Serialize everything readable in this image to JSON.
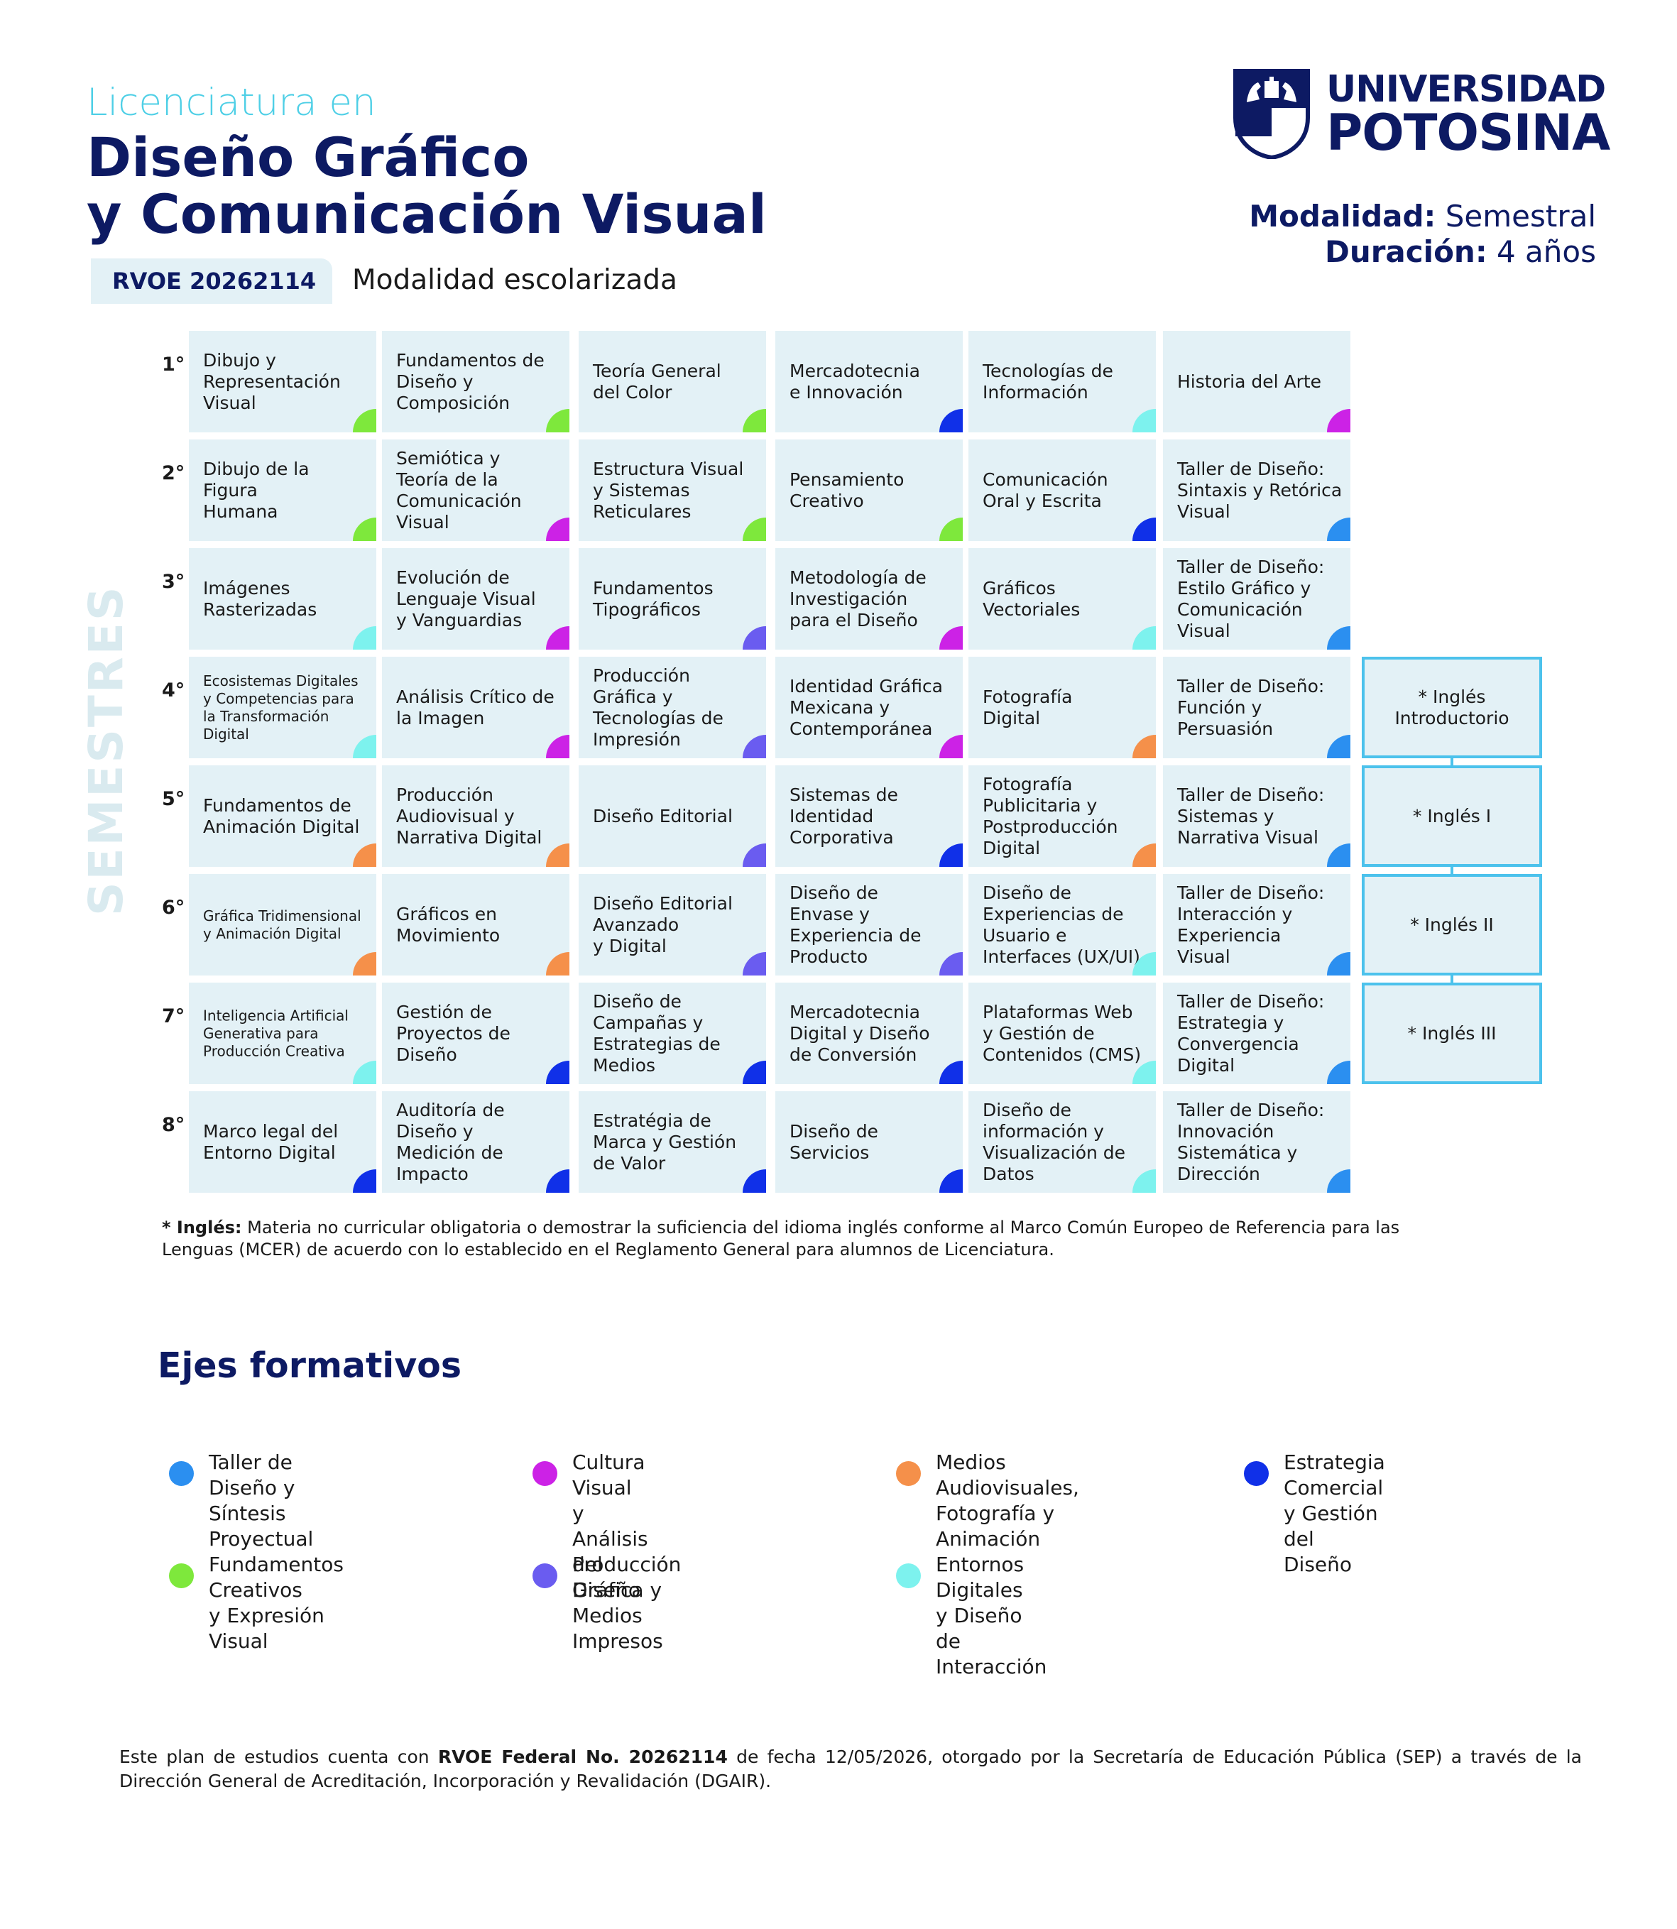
{
  "header": {
    "subtitle": "Licenciatura en",
    "title_line1": "Diseño Gráfico",
    "title_line2": "y Comunicación Visual",
    "rvoe": "RVOE 20262114",
    "modalidad_escolarizada": "Modalidad escolarizada",
    "modalidad_label": "Modalidad:",
    "modalidad_value": "Semestral",
    "duracion_label": "Duración:",
    "duracion_value": "4 años"
  },
  "logo": {
    "line1": "UNIVERSIDAD",
    "line2": "POTOSINA"
  },
  "semestres_label": "SEMESTRES",
  "axes": {
    "taller": {
      "label": "Taller de Diseño y Síntesis\nProyectual",
      "color": "#2b8ff0"
    },
    "cultura": {
      "label": "Cultura Visual y Análisis\ndel Diseño",
      "color": "#cc22e6"
    },
    "medios": {
      "label": "Medios Audiovisuales,\nFotografía y Animación",
      "color": "#f5904a"
    },
    "estrategia": {
      "label": "Estrategia Comercial\ny Gestión del Diseño",
      "color": "#1030e8"
    },
    "fundamentos": {
      "label": "Fundamentos Creativos\ny Expresión Visual",
      "color": "#7ee83c"
    },
    "produccion": {
      "label": "Producción Gráfica y Medios\nImpresos",
      "color": "#6a5cf0"
    },
    "entornos": {
      "label": "Entornos Digitales\ny Diseño de Interacción",
      "color": "#7df2ee"
    }
  },
  "semesters": [
    {
      "label": "1°",
      "courses": [
        {
          "name": "Dibujo y\nRepresentación\nVisual",
          "axis": "fundamentos"
        },
        {
          "name": "Fundamentos de\nDiseño y\nComposición",
          "axis": "fundamentos"
        },
        {
          "name": "Teoría General\ndel Color",
          "axis": "fundamentos"
        },
        {
          "name": "Mercadotecnia\ne Innovación",
          "axis": "estrategia"
        },
        {
          "name": "Tecnologías de\nInformación",
          "axis": "entornos"
        },
        {
          "name": "Historia del Arte",
          "axis": "cultura"
        }
      ]
    },
    {
      "label": "2°",
      "courses": [
        {
          "name": "Dibujo de la Figura\nHumana",
          "axis": "fundamentos"
        },
        {
          "name": "Semiótica y\nTeoría de la\nComunicación\nVisual",
          "axis": "cultura"
        },
        {
          "name": "Estructura Visual\ny Sistemas\nReticulares",
          "axis": "fundamentos"
        },
        {
          "name": "Pensamiento\nCreativo",
          "axis": "fundamentos"
        },
        {
          "name": "Comunicación\nOral y Escrita",
          "axis": "estrategia"
        },
        {
          "name": "Taller de Diseño:\nSintaxis y Retórica\nVisual",
          "axis": "taller"
        }
      ]
    },
    {
      "label": "3°",
      "courses": [
        {
          "name": "Imágenes\nRasterizadas",
          "axis": "entornos"
        },
        {
          "name": "Evolución de\nLenguaje Visual\ny Vanguardias",
          "axis": "cultura"
        },
        {
          "name": "Fundamentos\nTipográficos",
          "axis": "produccion"
        },
        {
          "name": "Metodología de\nInvestigación\npara el Diseño",
          "axis": "cultura"
        },
        {
          "name": "Gráficos\nVectoriales",
          "axis": "entornos"
        },
        {
          "name": "Taller de Diseño:\nEstilo Gráfico y\nComunicación\nVisual",
          "axis": "taller"
        }
      ]
    },
    {
      "label": "4°",
      "courses": [
        {
          "name": "Ecosistemas Digitales\ny Competencias para\nla Transformación\nDigital",
          "axis": "entornos",
          "small": true
        },
        {
          "name": "Análisis Crítico de\nla Imagen",
          "axis": "cultura"
        },
        {
          "name": "Producción\nGráfica y\nTecnologías de\nImpresión",
          "axis": "produccion"
        },
        {
          "name": "Identidad Gráfica\nMexicana y\nContemporánea",
          "axis": "cultura"
        },
        {
          "name": "Fotografía\nDigital",
          "axis": "medios"
        },
        {
          "name": "Taller de Diseño:\nFunción y\nPersuasión",
          "axis": "taller"
        }
      ]
    },
    {
      "label": "5°",
      "courses": [
        {
          "name": "Fundamentos de\nAnimación Digital",
          "axis": "medios"
        },
        {
          "name": "Producción\nAudiovisual y\nNarrativa Digital",
          "axis": "medios"
        },
        {
          "name": "Diseño Editorial",
          "axis": "produccion"
        },
        {
          "name": "Sistemas de\nIdentidad\nCorporativa",
          "axis": "estrategia"
        },
        {
          "name": "Fotografía\nPublicitaria y\nPostproducción\nDigital",
          "axis": "medios"
        },
        {
          "name": "Taller de Diseño:\nSistemas y\nNarrativa Visual",
          "axis": "taller"
        }
      ]
    },
    {
      "label": "6°",
      "courses": [
        {
          "name": "Gráfica Tridimensional\ny Animación Digital",
          "axis": "medios",
          "small": true
        },
        {
          "name": "Gráficos en\nMovimiento",
          "axis": "medios"
        },
        {
          "name": "Diseño Editorial\nAvanzado\ny Digital",
          "axis": "produccion"
        },
        {
          "name": "Diseño de\nEnvase y\nExperiencia de\nProducto",
          "axis": "produccion"
        },
        {
          "name": "Diseño de\nExperiencias de\nUsuario e\nInterfaces (UX/UI)",
          "axis": "entornos"
        },
        {
          "name": "Taller de Diseño:\nInteracción y\nExperiencia\nVisual",
          "axis": "taller"
        }
      ]
    },
    {
      "label": "7°",
      "courses": [
        {
          "name": "Inteligencia Artificial\nGenerativa para\nProducción Creativa",
          "axis": "entornos",
          "small": true
        },
        {
          "name": "Gestión de\nProyectos de\nDiseño",
          "axis": "estrategia"
        },
        {
          "name": "Diseño de\nCampañas y\nEstrategias de\nMedios",
          "axis": "estrategia"
        },
        {
          "name": "Mercadotecnia\nDigital y Diseño\nde Conversión",
          "axis": "estrategia"
        },
        {
          "name": "Plataformas Web\ny Gestión de\nContenidos (CMS)",
          "axis": "entornos"
        },
        {
          "name": "Taller de Diseño:\nEstrategia y\nConvergencia\nDigital",
          "axis": "taller"
        }
      ]
    },
    {
      "label": "8°",
      "courses": [
        {
          "name": "Marco legal del\nEntorno Digital",
          "axis": "estrategia"
        },
        {
          "name": "Auditoría de\nDiseño y\nMedición de\nImpacto",
          "axis": "estrategia"
        },
        {
          "name": "Estratégia de\nMarca y Gestión\nde Valor",
          "axis": "estrategia"
        },
        {
          "name": "Diseño de\nServicios",
          "axis": "estrategia"
        },
        {
          "name": "Diseño de\ninformación y\nVisualización de\nDatos",
          "axis": "entornos"
        },
        {
          "name": "Taller de Diseño:\nInnovación\nSistemática y\nDirección",
          "axis": "taller"
        }
      ]
    }
  ],
  "english": [
    "* Inglés\nIntroductorio",
    "* Inglés I",
    "* Inglés II",
    "* Inglés III"
  ],
  "note": {
    "bold": "* Inglés:",
    "text": " Materia no curricular obligatoria o demostrar la suficiencia del idioma inglés conforme al Marco Común Europeo de Referencia para las Lenguas (MCER) de acuerdo con lo establecido en el Reglamento General para alumnos de Licenciatura."
  },
  "ejes_title": "Ejes formativos",
  "axes_legend_order": [
    "taller",
    "cultura",
    "medios",
    "estrategia",
    "fundamentos",
    "produccion",
    "entornos"
  ],
  "footer": {
    "pre": "Este plan de estudios cuenta con ",
    "bold": "RVOE Federal No. 20262114",
    "post": " de fecha 12/05/2026, otorgado por la Secretaría de Educación Pública (SEP) a través de la Dirección General de Acreditación, Incorporación y Revalidación (DGAIR)."
  }
}
